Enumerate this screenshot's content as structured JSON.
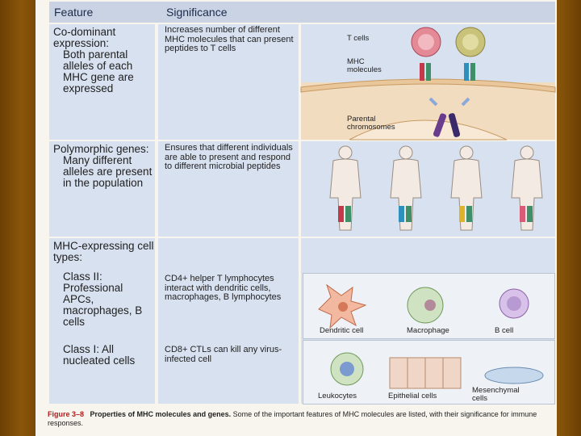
{
  "header": {
    "feature": "Feature",
    "significance": "Significance"
  },
  "rows": [
    {
      "feature_title": "Co-dominant expression:",
      "feature_detail": "Both parental alleles of each MHC gene are expressed",
      "significance": "Increases number of different MHC molecules that can present peptides to T cells",
      "labels": {
        "tcells": "T cells",
        "mhc": "MHC molecules",
        "chromosomes": "Parental chromosomes"
      }
    },
    {
      "feature_title": "Polymorphic genes:",
      "feature_detail": "Many different alleles are present in the population",
      "significance": "Ensures that different individuals are able to present and respond to different microbial peptides",
      "individuals": 4
    },
    {
      "feature_title": "MHC-expressing cell types:",
      "class2_feature": "Class II: Professional APCs, macrophages, B cells",
      "class2_significance": "CD4+ helper T lymphocytes interact with dendritic cells, macrophages, B lymphocytes",
      "class1_feature": "Class I: All nucleated cells",
      "class1_significance": "CD8+ CTLs can kill any virus-infected cell",
      "class2_cells": [
        "Dendritic cell",
        "Macrophage",
        "B cell"
      ],
      "class1_cells": [
        "Leukocytes",
        "Epithelial cells",
        "Mesenchymal cells"
      ]
    }
  ],
  "caption": {
    "figure": "Figure 3–8",
    "title": "Properties of MHC molecules and genes.",
    "text": "Some of the important features of MHC molecules are listed, with their significance for immune responses."
  },
  "colors": {
    "background": "#7a4a06",
    "cell": "#d8e1ef",
    "header": "#c9d3e4",
    "caption_accent": "#b01d1d",
    "mhc_allele_1": "#c23a4a",
    "mhc_allele_2": "#2f8fbd",
    "mhc_allele_3": "#e0b22a",
    "mhc_allele_4": "#d95b78"
  }
}
